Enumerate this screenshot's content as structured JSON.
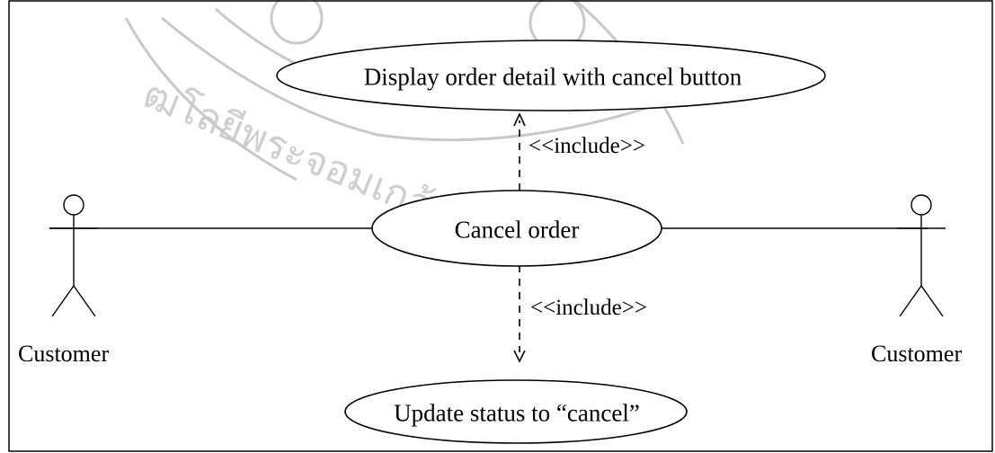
{
  "use_cases": {
    "display_order_detail": "Display order detail with cancel button",
    "cancel_order": "Cancel order",
    "update_status": "Update status to “cancel”"
  },
  "relations": {
    "include_top": "<<include>>",
    "include_bottom": "<<include>>"
  },
  "actors": {
    "left": "Customer",
    "right": "Customer"
  },
  "watermark": {
    "text": "ฒโลยีพระจอมเกล้า"
  }
}
